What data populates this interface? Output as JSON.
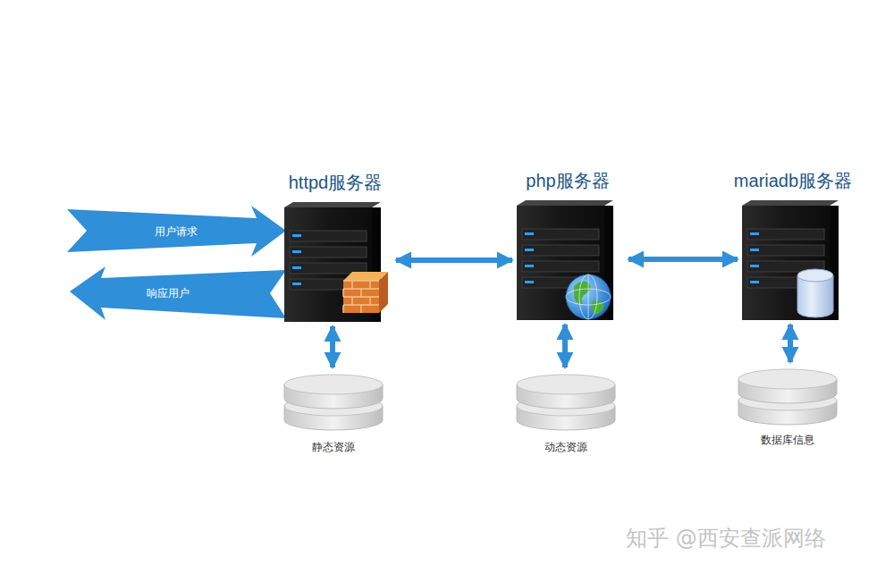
{
  "diagram": {
    "nodes": [
      {
        "text": [
          "用户请求"
        ]
      },
      {
        "text": [
          "响应用户"
        ]
      },
      {
        "text": [
          "httpd服务器"
        ]
      },
      {
        "text": [
          "php服务器"
        ]
      },
      {
        "text": [
          "mariadb服务器"
        ]
      },
      {
        "text": [
          "静态资源"
        ]
      },
      {
        "text": [
          "动态资源"
        ]
      },
      {
        "text": [
          "数据库信息"
        ]
      }
    ],
    "edges": [
      {
        "from": 2,
        "to": 3,
        "arrow": "both"
      },
      {
        "from": 3,
        "to": 4,
        "arrow": "both"
      },
      {
        "from": 2,
        "to": 5,
        "arrow": "both"
      },
      {
        "from": 3,
        "to": 6,
        "arrow": "both"
      },
      {
        "from": 4,
        "to": 7,
        "arrow": "both"
      }
    ],
    "labels": [
      "知乎 @西安查派网络"
    ]
  }
}
